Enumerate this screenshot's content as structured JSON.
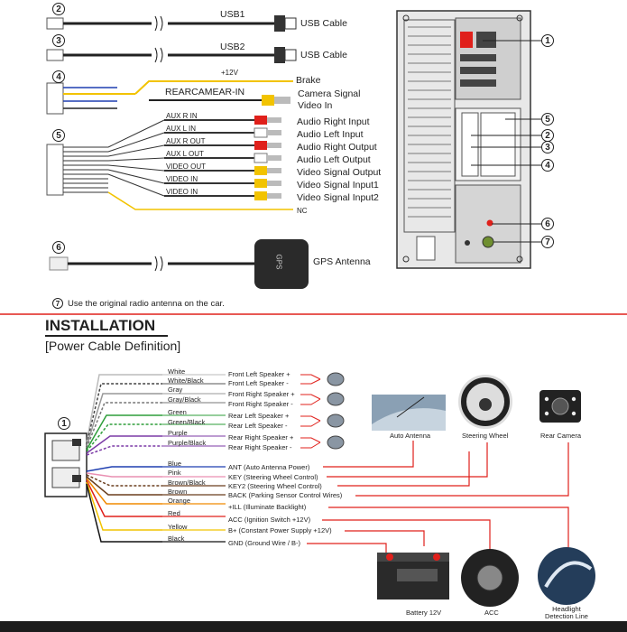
{
  "top": {
    "usb1_label": "USB1",
    "usb1_desc": "USB Cable",
    "usb2_label": "USB2",
    "usb2_desc": "USB Cable",
    "plus12v": "+12V",
    "brake": "Brake",
    "rearcam_label": "REARCAMEAR-IN",
    "camera_signal": "Camera Signal",
    "video_in": "Video In",
    "wires": [
      {
        "short": "AUX R IN",
        "desc": "Audio Right Input"
      },
      {
        "short": "AUX L IN",
        "desc": "Audio Left Input"
      },
      {
        "short": "AUX R OUT",
        "desc": "Audio Right Output"
      },
      {
        "short": "AUX L OUT",
        "desc": "Audio Left Output"
      },
      {
        "short": "VIDEO OUT",
        "desc": "Video Signal Output"
      },
      {
        "short": "VIDEO IN",
        "desc": "Video Signal Input1"
      },
      {
        "short": "VIDEO IN",
        "desc": "Video Signal Input2"
      }
    ],
    "nc": "NC",
    "gps": "GPS Antenna",
    "gps_badge": "GPS",
    "note": "Use the original radio antenna on the car.",
    "markers": [
      "1",
      "2",
      "3",
      "4",
      "5",
      "6",
      "7"
    ]
  },
  "installation": {
    "title": "INSTALLATION",
    "subtitle": "[Power Cable Definition]",
    "wire_colors": [
      "White",
      "White/Black",
      "Gray",
      "Gray/Black",
      "Green",
      "Green/Black",
      "Purple",
      "Purple/Black",
      "Blue",
      "Pink",
      "Brown/Black",
      "Brown",
      "Orange",
      "Red",
      "Yellow",
      "Black"
    ],
    "speakers": [
      "Front Left Speaker +",
      "Front Left Speaker -",
      "Front Right Speaker +",
      "Front Right Speaker -",
      "Rear Left Speaker +",
      "Rear Left Speaker -",
      "Rear Right Speaker +",
      "Rear Right Speaker -"
    ],
    "functions": [
      "ANT (Auto  Antenna Power)",
      "KEY (Steering Wheel Control)",
      "KEY2 (Steering Wheel Control)",
      "BACK (Parking Sensor Control Wires)",
      "+ILL (Illuminate Backlight)",
      "ACC (Ignition Switch +12V)",
      "B+ (Constant Power Supply +12V)",
      "GND (Ground Wire / B-)"
    ],
    "photo_labels": {
      "auto_antenna": "Auto Antenna",
      "steering": "Steering Wheel",
      "rear_camera": "Rear Camera",
      "battery": "Battery 12V",
      "acc": "ACC",
      "headlight": "Headlight\nDetection Line"
    },
    "connector_marker": "1"
  },
  "colors": {
    "red": "#e0201b",
    "yellow": "#f2c300",
    "blue": "#1f3fb0",
    "black": "#111111"
  }
}
